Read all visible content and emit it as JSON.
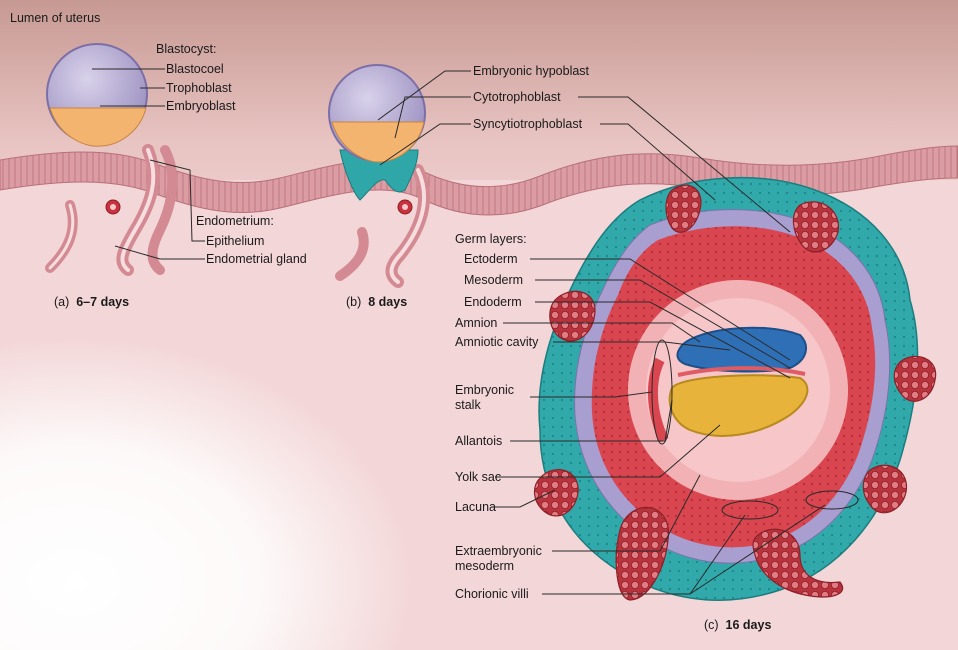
{
  "header": {
    "lumen_label": "Lumen of uterus"
  },
  "panel_a": {
    "blastocyst_heading": "Blastocyst:",
    "blastocoel": "Blastocoel",
    "trophoblast": "Trophoblast",
    "embryoblast": "Embryoblast",
    "endometrium_heading": "Endometrium:",
    "epithelium": "Epithelium",
    "endometrial_gland": "Endometrial gland",
    "caption_letter": "(a)",
    "caption_text": "6–7 days"
  },
  "panel_b": {
    "embryonic_hypoblast": "Embryonic hypoblast",
    "cytotrophoblast": "Cytotrophoblast",
    "syncytiotrophoblast": "Syncytiotrophoblast",
    "caption_letter": "(b)",
    "caption_text": "8 days"
  },
  "panel_c": {
    "germ_layers_heading": "Germ layers:",
    "ectoderm": "Ectoderm",
    "mesoderm": "Mesoderm",
    "endoderm": "Endoderm",
    "amnion": "Amnion",
    "amniotic_cavity": "Amniotic cavity",
    "embryonic_stalk_1": "Embryonic",
    "embryonic_stalk_2": "stalk",
    "allantois": "Allantois",
    "yolk_sac": "Yolk sac",
    "lacuna": "Lacuna",
    "extraembryonic_1": "Extraembryonic",
    "extraembryonic_2": "mesoderm",
    "chorionic_villi": "Chorionic villi",
    "caption_letter": "(c)",
    "caption_text": "16 days"
  },
  "colors": {
    "lumen_top": "#c89a94",
    "endometrium_pink": "#f2d2d4",
    "epithelium": "#d88f96",
    "blastocyst_purple": "#a49ac4",
    "embryoblast_orange": "#f3b470",
    "syncytio_teal": "#2fa7a8",
    "decidua_red": "#d8404a",
    "ectoderm_blue": "#2f6fb5",
    "endoderm_yellow": "#e7b33a"
  }
}
